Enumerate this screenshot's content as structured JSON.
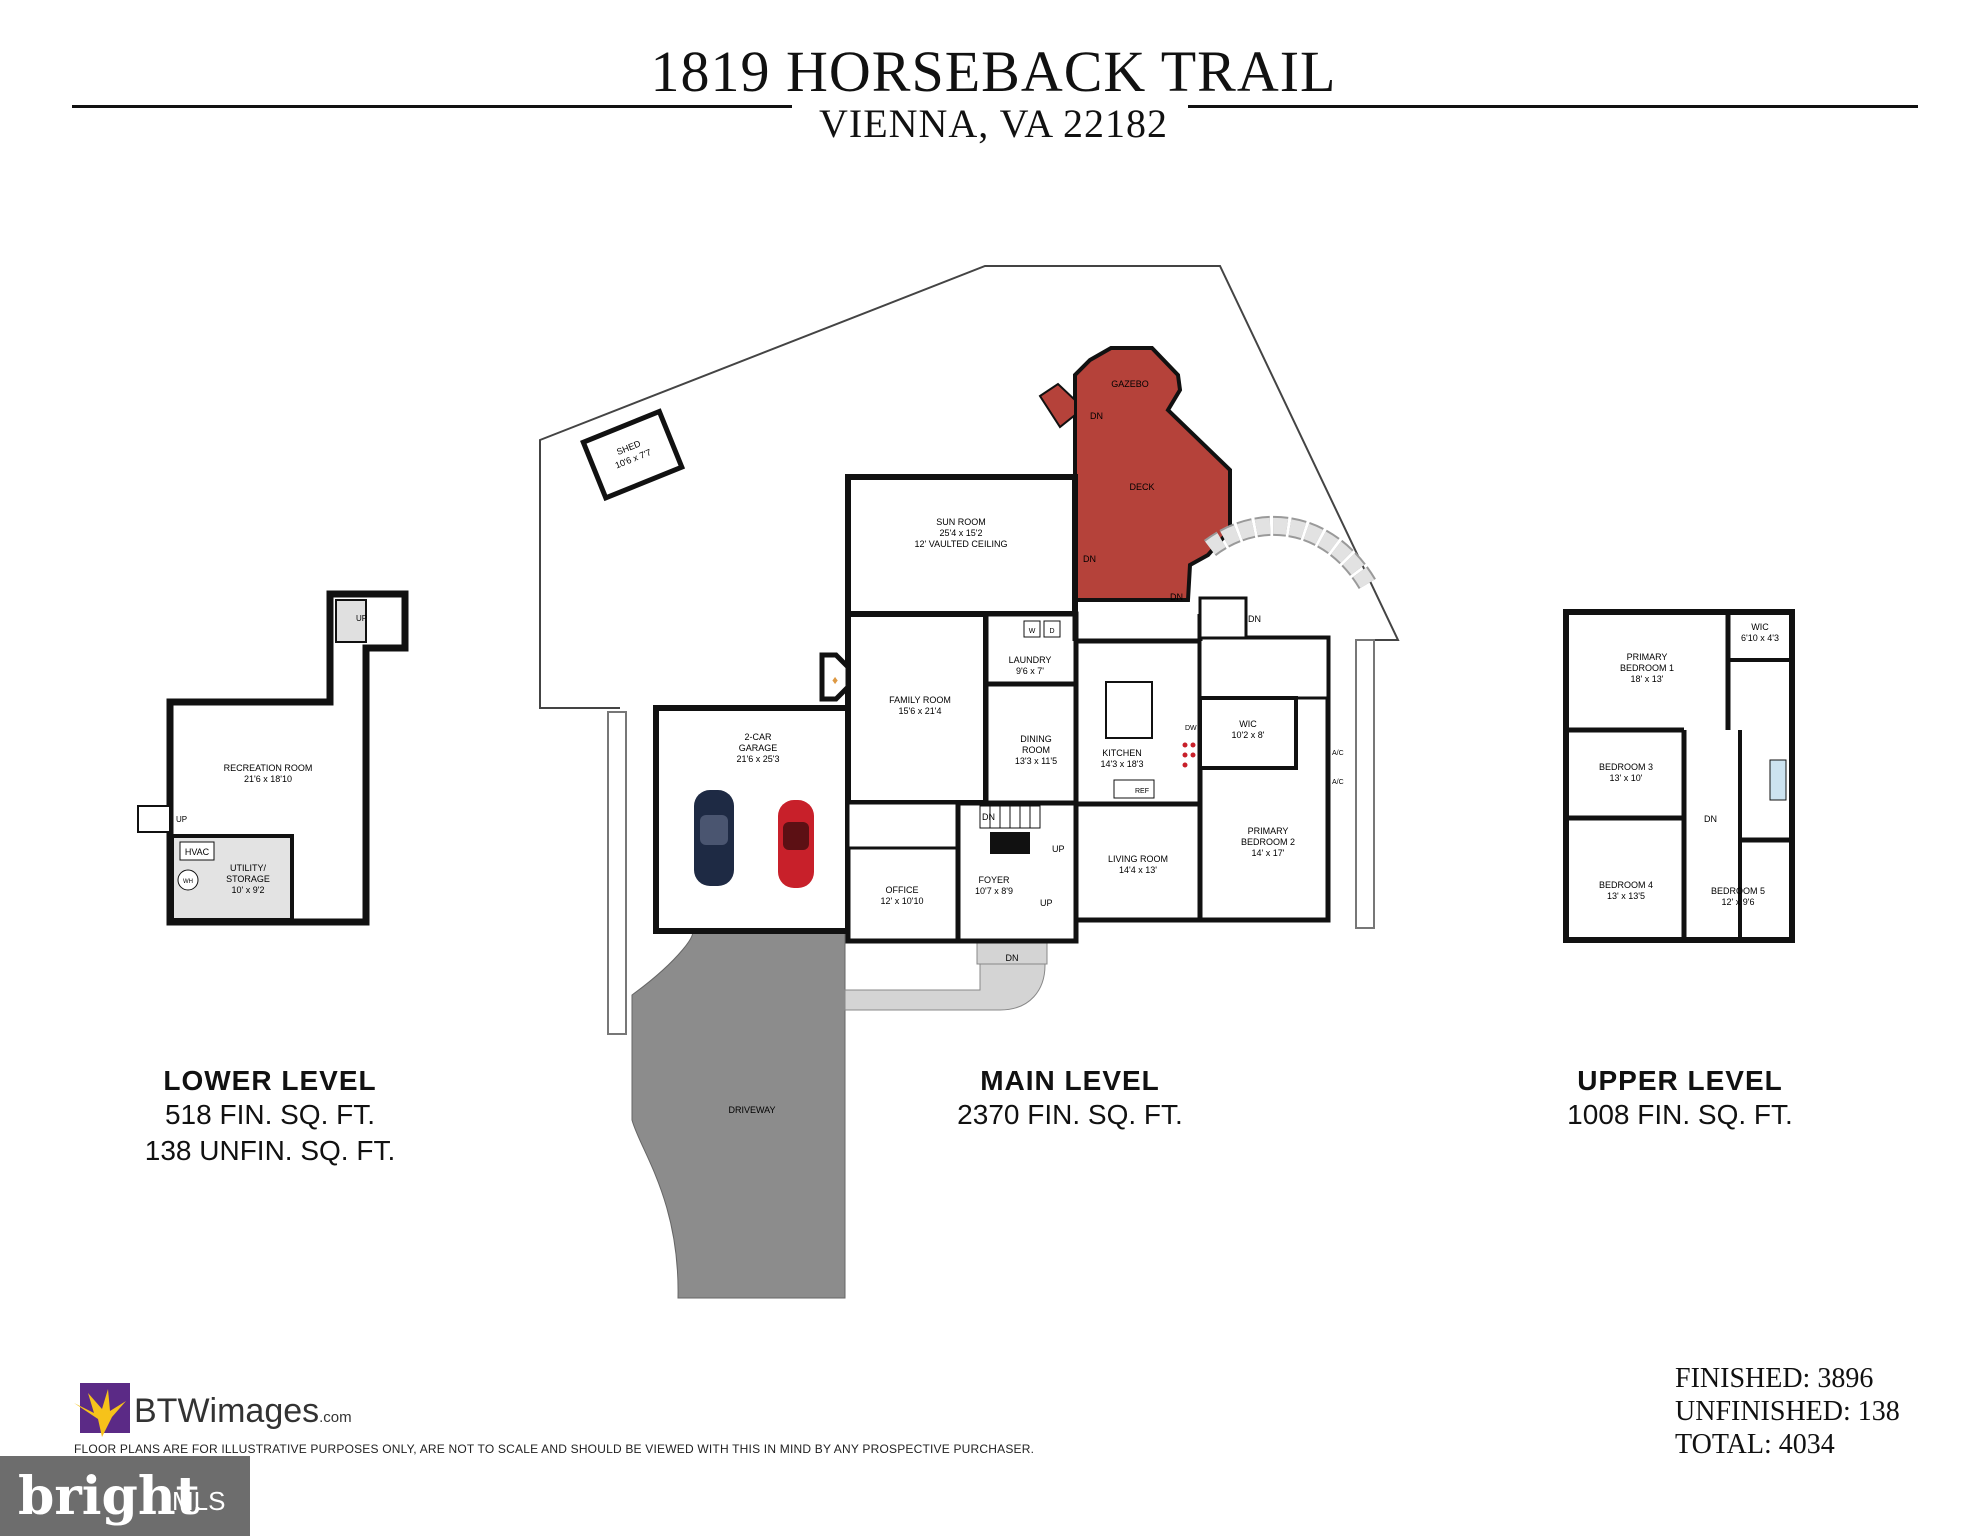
{
  "header": {
    "address": "1819 HORSEBACK TRAIL",
    "city": "VIENNA, VA 22182"
  },
  "levels": {
    "lower": {
      "name": "LOWER LEVEL",
      "fin": "518 FIN. SQ. FT.",
      "unfin": "138 UNFIN. SQ. FT."
    },
    "main": {
      "name": "MAIN LEVEL",
      "fin": "2370 FIN. SQ. FT."
    },
    "upper": {
      "name": "UPPER LEVEL",
      "fin": "1008 FIN. SQ. FT."
    }
  },
  "rooms": {
    "shed": [
      "SHED",
      "10'6 x 7'7"
    ],
    "gazebo": "GAZEBO",
    "deck": "DECK",
    "sun_room": [
      "SUN ROOM",
      "25'4 x 15'2",
      "12' VAULTED CEILING"
    ],
    "family_room": [
      "FAMILY ROOM",
      "15'6 x 21'4"
    ],
    "laundry": [
      "LAUNDRY",
      "9'6 x 7'"
    ],
    "garage": [
      "2-CAR",
      "GARAGE",
      "21'6 x 25'3"
    ],
    "dining": [
      "DINING",
      "ROOM",
      "13'3 x 11'5"
    ],
    "kitchen": [
      "KITCHEN",
      "14'3 x 18'3"
    ],
    "wic_main": [
      "WIC",
      "10'2 x 8'"
    ],
    "primary2": [
      "PRIMARY",
      "BEDROOM 2",
      "14' x 17'"
    ],
    "living": [
      "LIVING ROOM",
      "14'4 x 13'"
    ],
    "office": [
      "OFFICE",
      "12' x 10'10"
    ],
    "foyer": [
      "FOYER",
      "10'7 x 8'9"
    ],
    "driveway": "DRIVEWAY",
    "recreation": [
      "RECREATION ROOM",
      "21'6 x 18'10"
    ],
    "utility": [
      "UTILITY/",
      "STORAGE",
      "10' x 9'2"
    ],
    "hvac": "HVAC",
    "wh": "WH",
    "primary1": [
      "PRIMARY",
      "BEDROOM 1",
      "18' x 13'"
    ],
    "wic_upper": [
      "WIC",
      "6'10 x 4'3"
    ],
    "bedroom3": [
      "BEDROOM 3",
      "13' x 10'"
    ],
    "bedroom4": [
      "BEDROOM 4",
      "13' x 13'5"
    ],
    "bedroom5": [
      "BEDROOM 5",
      "12' x 9'6"
    ],
    "up": "UP",
    "dn": "DN",
    "ref": "REF",
    "dw": "DW",
    "ac": "A/C",
    "w": "W",
    "d": "D"
  },
  "totals": {
    "finished": "FINISHED: 3896",
    "unfinished": "UNFINISHED: 138",
    "total": "TOTAL: 4034"
  },
  "brand": {
    "logo_text": "BTWimages",
    "logo_suffix": ".com",
    "disclaimer": "FLOOR PLANS ARE FOR ILLUSTRATIVE PURPOSES ONLY, ARE NOT TO SCALE AND SHOULD BE VIEWED WITH THIS IN MIND BY ANY PROSPECTIVE PURCHASER.",
    "bright_text": "bright",
    "mls_text": "MLS"
  },
  "colors": {
    "deck": "#b5423a",
    "driveway": "#8c8c8c",
    "paver": "#d4d4d4",
    "wall": "#111111",
    "car_blue": "#1e2a44",
    "car_red": "#c8202a",
    "logo_purple": "#5b2a86",
    "logo_yellow": "#f6c21a",
    "mls_band": "#6d6d6d"
  }
}
